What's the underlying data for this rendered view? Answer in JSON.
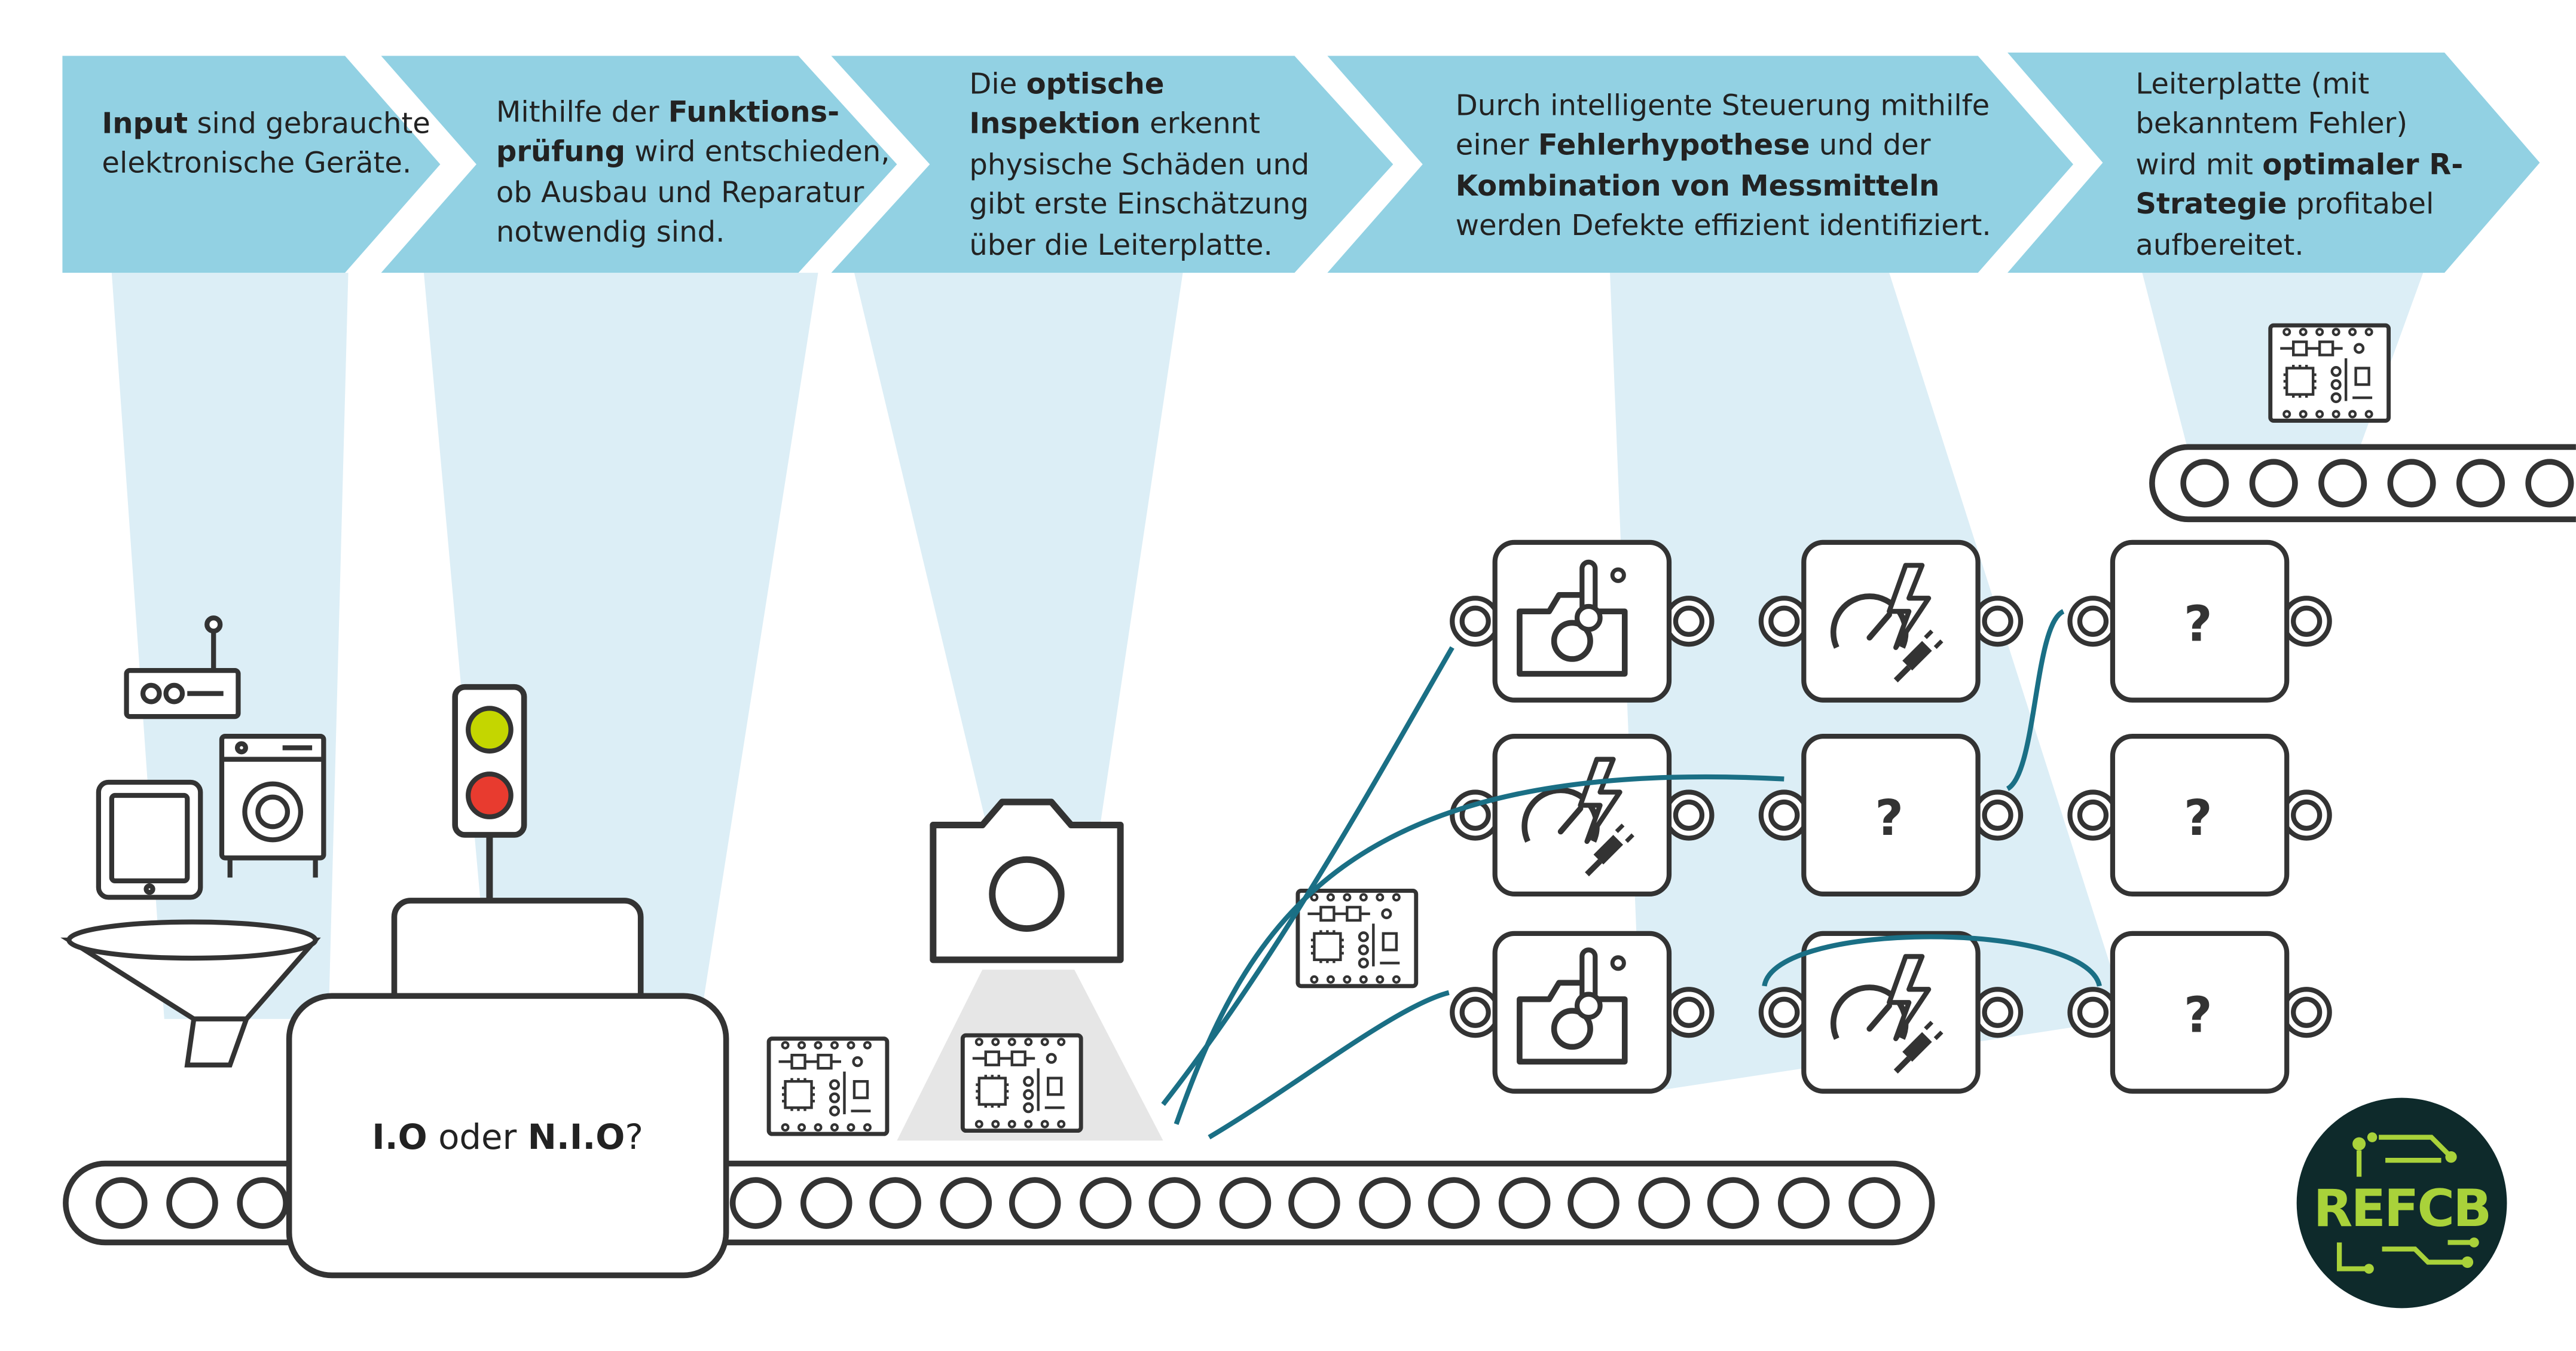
{
  "steps": [
    {
      "bold": "Input",
      "rest": " sind gebrauchte elektronische Geräte."
    },
    {
      "pre": "Mithilfe der ",
      "bold": "Funktions-prüfung",
      "rest": " wird entschieden, ob Ausbau und Reparatur notwendig sind."
    },
    {
      "pre": "Die ",
      "bold": "optische Inspektion",
      "rest": " erkennt physische Schäden und gibt erste Einschätzung über die Leiterplatte."
    },
    {
      "pre": "Durch intelligente Steuerung mithilfe einer ",
      "bold": "Fehlerhypothese",
      "mid": " und der ",
      "bold2": "Kombination von Messmitteln",
      "rest": " werden Defekte effizient identifiziert."
    },
    {
      "pre": "Leiterplatte (mit bekanntem Fehler) wird mit ",
      "bold": "optimaler R-Strategie",
      "rest": " profitabel aufbereitet."
    }
  ],
  "check_station": {
    "bold1": "I.O",
    "mid": " oder ",
    "bold2": "N.I.O",
    "end": "?"
  },
  "unknown_symbol": "?",
  "logo": {
    "text": "REFCB"
  },
  "colors": {
    "banner": "#92d1e3",
    "beam": "#dceef6",
    "stroke": "#333333",
    "cable": "#1a6f85",
    "light_yellow": "#c4d600",
    "light_red": "#e83b2f",
    "logo_bg": "#0e2a2b",
    "logo_green": "#a9d23a"
  }
}
